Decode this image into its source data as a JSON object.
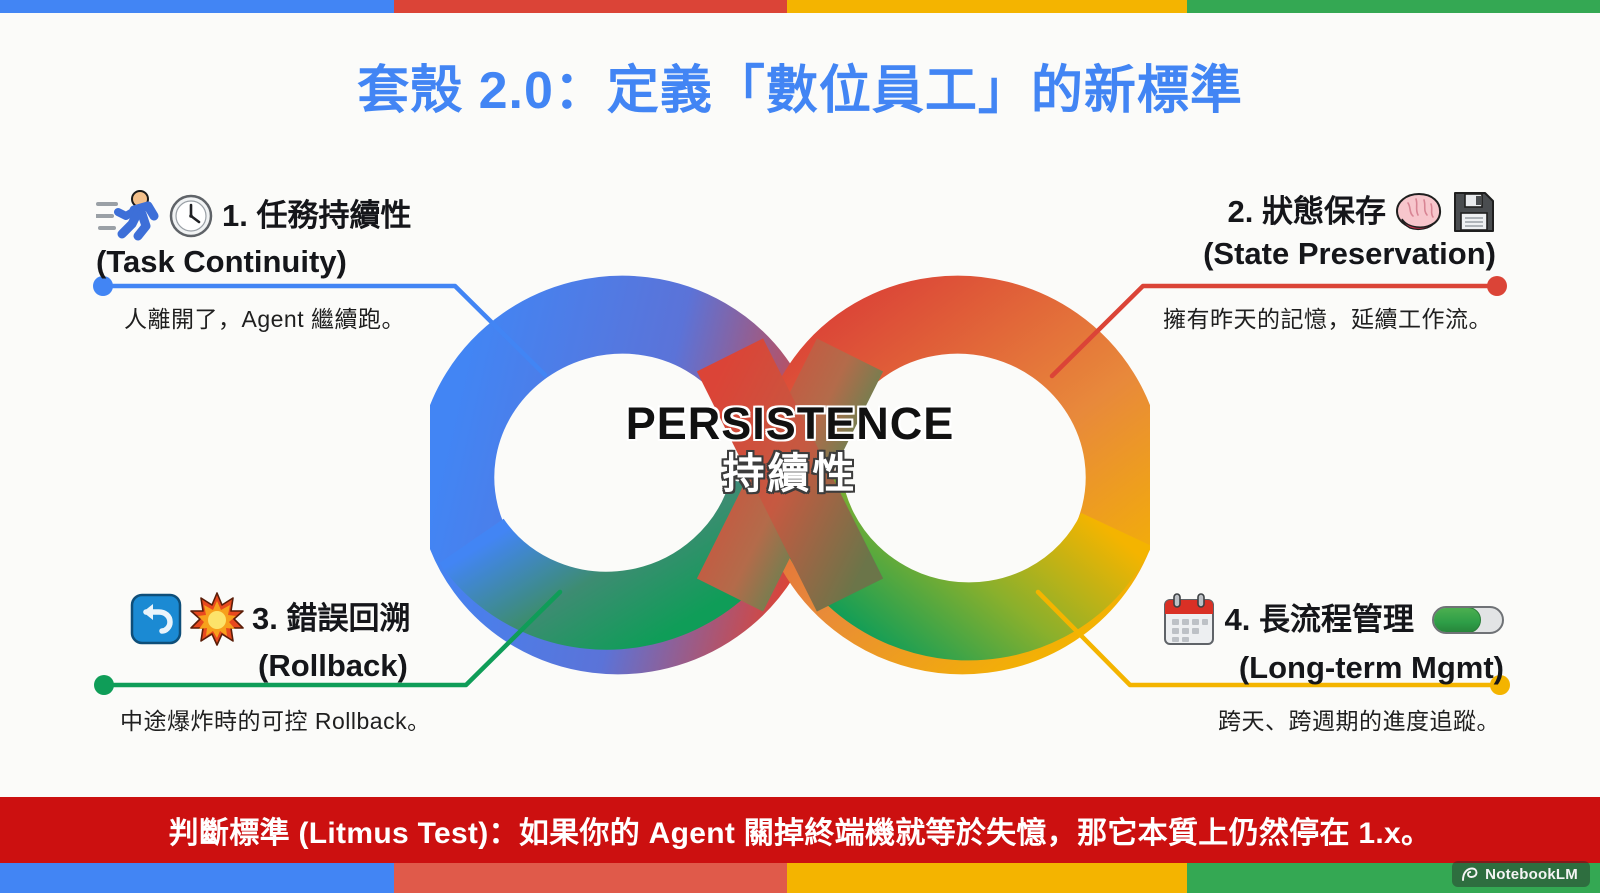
{
  "title": "套殼 2.0：定義「數位員工」的新標準",
  "colors": {
    "blue": "#4285F4",
    "red": "#DB4437",
    "yellow": "#F4B400",
    "green": "#0F9D58",
    "banner_red": "#CC1010",
    "title_blue": "#4285F4",
    "background": "#FBFBF9"
  },
  "topbar": {
    "segments": [
      {
        "name": "blue",
        "color": "#4285F4",
        "width_pct": 24.6
      },
      {
        "name": "red",
        "color": "#DB4437",
        "width_pct": 24.6
      },
      {
        "name": "yellow",
        "color": "#F4B400",
        "width_pct": 25.0
      },
      {
        "name": "green",
        "color": "#34A853",
        "width_pct": 25.8
      }
    ]
  },
  "bottombar": {
    "segments": [
      {
        "name": "blue",
        "color": "#4285F4",
        "width_pct": 24.6
      },
      {
        "name": "red",
        "color": "#E05A4A",
        "width_pct": 24.6
      },
      {
        "name": "yellow",
        "color": "#F4B400",
        "width_pct": 25.0
      },
      {
        "name": "green",
        "color": "#34A853",
        "width_pct": 25.8
      }
    ]
  },
  "center": {
    "english": "PERSISTENCE",
    "chinese": "持續性"
  },
  "quadrants": [
    {
      "id": 1,
      "number": "1.",
      "headline": "1. 任務持續性",
      "subtitle": "(Task Continuity)",
      "caption": "人離開了，Agent 繼續跑。",
      "accent": "#4285F4",
      "icons": [
        "runner-icon",
        "clock-icon"
      ]
    },
    {
      "id": 2,
      "number": "2.",
      "headline": "2. 狀態保存",
      "subtitle": "(State Preservation)",
      "caption": "擁有昨天的記憶，延續工作流。",
      "accent": "#DB4437",
      "icons": [
        "brain-icon",
        "floppy-disk-icon"
      ]
    },
    {
      "id": 3,
      "number": "3.",
      "headline": "3. 錯誤回溯",
      "subtitle": "(Rollback)",
      "caption": "中途爆炸時的可控 Rollback。",
      "accent": "#0F9D58",
      "icons": [
        "undo-icon",
        "explosion-icon"
      ]
    },
    {
      "id": 4,
      "number": "4.",
      "headline": "4. 長流程管理",
      "subtitle": "(Long-term Mgmt)",
      "caption": "跨天、跨週期的進度追蹤。",
      "accent": "#F4B400",
      "icons": [
        "calendar-icon",
        "toggle-on-icon"
      ]
    }
  ],
  "banner": {
    "text": "判斷標準 (Litmus Test)：如果你的 Agent 關掉終端機就等於失憶，那它本質上仍然停在 1.x。"
  },
  "watermark": {
    "label": "NotebookLM",
    "icon": "notebooklm-icon"
  }
}
